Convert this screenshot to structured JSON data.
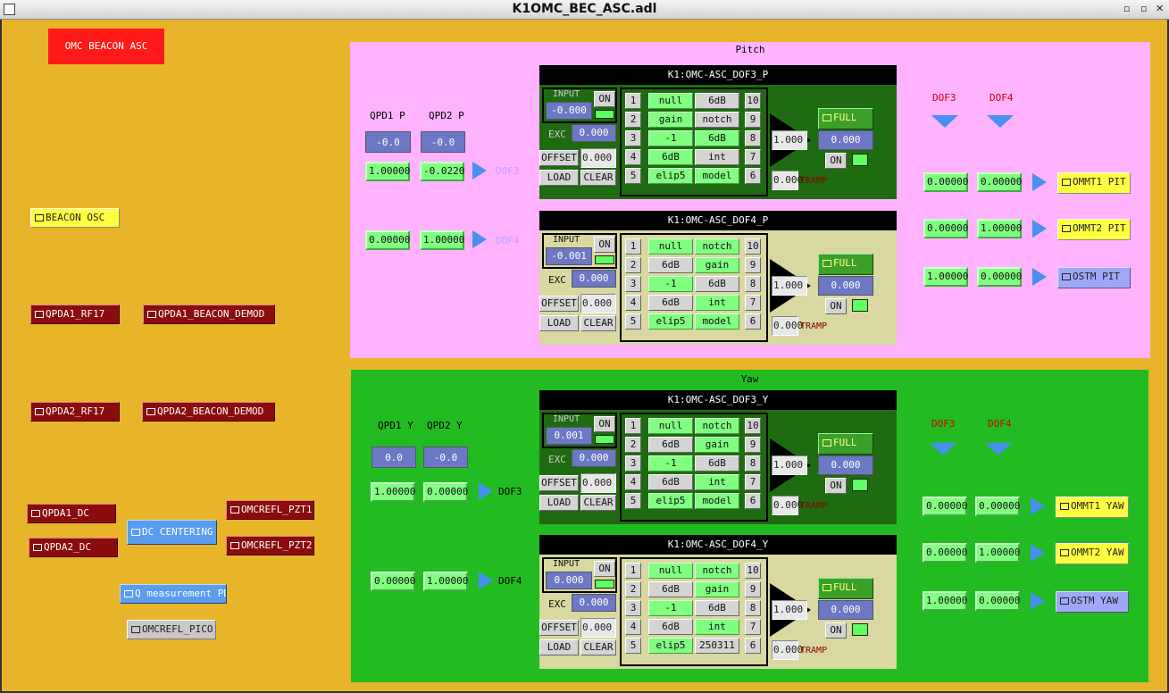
{
  "window": {
    "title": "K1OMC_BEC_ASC.adl",
    "buttons": {
      "min": "▫",
      "max": "▫",
      "close": "✕"
    }
  },
  "header": {
    "title": "OMC BEACON ASC"
  },
  "left": {
    "beacon_osc": "BEACON OSC",
    "qpda1_rf17": "QPDA1_RF17",
    "qpda1_beacon_demod": "QPDA1_BEACON_DEMOD",
    "qpda2_rf17": "QPDA2_RF17",
    "qpda2_beacon_demod": "QPDA2_BEACON_DEMOD",
    "qpda1_dc": "QPDA1_DC",
    "qpda2_dc": "QPDA2_DC",
    "dc_centering": "DC CENTERING",
    "omcrefl_pzt1": "OMCREFL_PZT1",
    "omcrefl_pzt2": "OMCREFL_PZT2",
    "q_measurement": "Q measurement PDs",
    "omcrefl_pico": "OMCREFL_PICO"
  },
  "pitch": {
    "title": "Pitch",
    "qpd1_label": "QPD1 P",
    "qpd2_label": "QPD2 P",
    "qpd1_val": "-0.0",
    "qpd2_val": "-0.0",
    "row1": [
      "1.00000",
      "-0.0220"
    ],
    "row1_out": "DOF3",
    "row2": [
      "0.00000",
      "1.00000"
    ],
    "row2_out": "DOF4",
    "dof3": "DOF3",
    "dof4": "DOF4",
    "mat": [
      [
        "0.00000",
        "0.00000"
      ],
      [
        "0.00000",
        "1.00000"
      ],
      [
        "1.00000",
        "0.00000"
      ]
    ],
    "out_btns": [
      "OMMT1 PIT",
      "OMMT2 PIT",
      "OSTM PIT"
    ],
    "filters": [
      {
        "title": "K1:OMC-ASC_DOF3_P",
        "input": "-0.000",
        "exc": "0.000",
        "offset": "0.000",
        "gain": "1.000",
        "out": "0.000",
        "tramp": "0.000",
        "left": [
          "null",
          "gain",
          "-1",
          "6dB",
          "elip5"
        ],
        "right": [
          "6dB",
          "notch",
          "6dB",
          "int",
          "model"
        ],
        "left_on": [
          true,
          true,
          true,
          true,
          true
        ],
        "right_on": [
          false,
          false,
          true,
          false,
          true
        ]
      },
      {
        "title": "K1:OMC-ASC_DOF4_P",
        "input": "-0.001",
        "exc": "0.000",
        "offset": "0.000",
        "gain": "1.000",
        "out": "0.000",
        "tramp": "0.000",
        "left": [
          "null",
          "6dB",
          "-1",
          "6dB",
          "elip5"
        ],
        "right": [
          "notch",
          "gain",
          "6dB",
          "int",
          "model"
        ],
        "left_on": [
          true,
          false,
          true,
          false,
          true
        ],
        "right_on": [
          true,
          true,
          false,
          true,
          true
        ]
      }
    ]
  },
  "yaw": {
    "title": "Yaw",
    "qpd1_label": "QPD1 Y",
    "qpd2_label": "QPD2 Y",
    "qpd1_val": "0.0",
    "qpd2_val": "-0.0",
    "row1": [
      "1.00000",
      "0.00000"
    ],
    "row1_out": "DOF3",
    "row2": [
      "0.00000",
      "1.00000"
    ],
    "row2_out": "DOF4",
    "dof3": "DOF3",
    "dof4": "DOF4",
    "mat": [
      [
        "0.00000",
        "0.00000"
      ],
      [
        "0.00000",
        "1.00000"
      ],
      [
        "1.00000",
        "0.00000"
      ]
    ],
    "out_btns": [
      "OMMT1 YAW",
      "OMMT2 YAW",
      "OSTM YAW"
    ],
    "filters": [
      {
        "title": "K1:OMC-ASC_DOF3_Y",
        "input": "0.001",
        "exc": "0.000",
        "offset": "0.000",
        "gain": "1.000",
        "out": "0.000",
        "tramp": "0.000",
        "left": [
          "null",
          "6dB",
          "-1",
          "6dB",
          "elip5"
        ],
        "right": [
          "notch",
          "gain",
          "6dB",
          "int",
          "model"
        ],
        "left_on": [
          true,
          false,
          true,
          false,
          true
        ],
        "right_on": [
          true,
          true,
          false,
          true,
          true
        ]
      },
      {
        "title": "K1:OMC-ASC_DOF4_Y",
        "input": "0.000",
        "exc": "0.000",
        "offset": "0.000",
        "gain": "1.000",
        "out": "0.000",
        "tramp": "0.000",
        "left": [
          "null",
          "6dB",
          "-1",
          "6dB",
          "elip5"
        ],
        "right": [
          "notch",
          "gain",
          "6dB",
          "int",
          "250311"
        ],
        "left_on": [
          true,
          false,
          true,
          false,
          true
        ],
        "right_on": [
          true,
          true,
          false,
          true,
          false
        ]
      }
    ]
  },
  "common": {
    "on": "ON",
    "full": "FULL",
    "load": "LOAD",
    "clear": "CLEAR",
    "offset": "OFFSET",
    "exc": "EXC",
    "input": "INPUT",
    "tramp": "TRAMP"
  },
  "colors": {
    "bg": "#e8b52a",
    "pitch_bg": "#ffb3ff",
    "yaw_bg": "#22bb22",
    "dark_green": "#1f6b12",
    "pale": "#d8d8a0"
  }
}
